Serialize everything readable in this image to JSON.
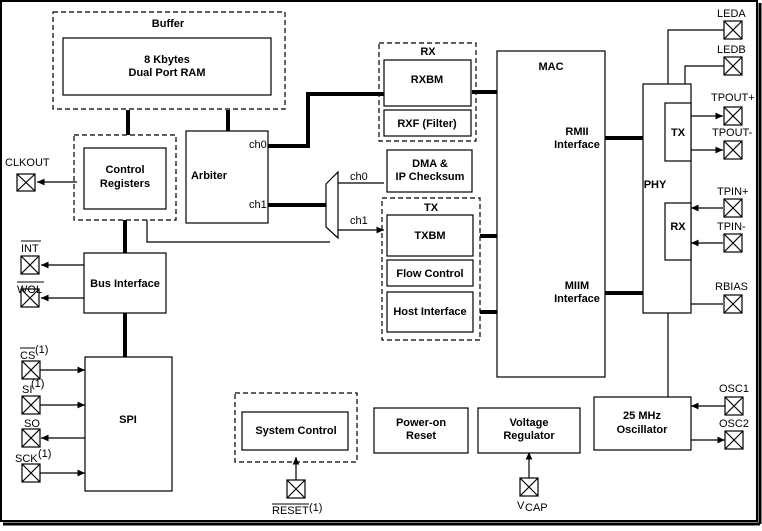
{
  "blocks": {
    "buffer": "Buffer",
    "ram_line1": "8 Kbytes",
    "ram_line2": "Dual Port RAM",
    "control_line1": "Control",
    "control_line2": "Registers",
    "arbiter": "Arbiter",
    "arbiter_ch0": "ch0",
    "arbiter_ch1": "ch1",
    "mux_ch0": "ch0",
    "mux_ch1": "ch1",
    "rx_group": "RX",
    "rxbm": "RXBM",
    "rxf": "RXF (Filter)",
    "dma_line1": "DMA &",
    "dma_line2": "IP Checksum",
    "tx_group": "TX",
    "txbm": "TXBM",
    "flow_control": "Flow Control",
    "host_interface": "Host Interface",
    "mac": "MAC",
    "rmii_line1": "RMII",
    "rmii_line2": "Interface",
    "miim_line1": "MIIM",
    "miim_line2": "Interface",
    "phy": "PHY",
    "phy_tx": "TX",
    "phy_rx": "RX",
    "bus_interface": "Bus Interface",
    "spi": "SPI",
    "system_control": "System Control",
    "por_line1": "Power-on",
    "por_line2": "Reset",
    "vreg_line1": "Voltage",
    "vreg_line2": "Regulator",
    "osc_line1": "25 MHz",
    "osc_line2": "Oscillator"
  },
  "pins": {
    "clkout": "CLKOUT",
    "int": "INT",
    "wol": "WOL",
    "cs": "CS",
    "cs_note": "(1)",
    "si": "SI",
    "si_note": "(1)",
    "so": "SO",
    "sck": "SCK",
    "sck_note": "(1)",
    "reset": "RESET",
    "reset_note": "(1)",
    "vcap_main": "V",
    "vcap_sub": "CAP",
    "leda": "LEDA",
    "ledb": "LEDB",
    "tpout_plus": "TPOUT+",
    "tpout_minus": "TPOUT-",
    "tpin_plus": "TPIN+",
    "tpin_minus": "TPIN-",
    "rbias": "RBIAS",
    "osc1": "OSC1",
    "osc2": "OSC2"
  },
  "colors": {
    "ink": "#000000",
    "background": "#ffffff"
  }
}
